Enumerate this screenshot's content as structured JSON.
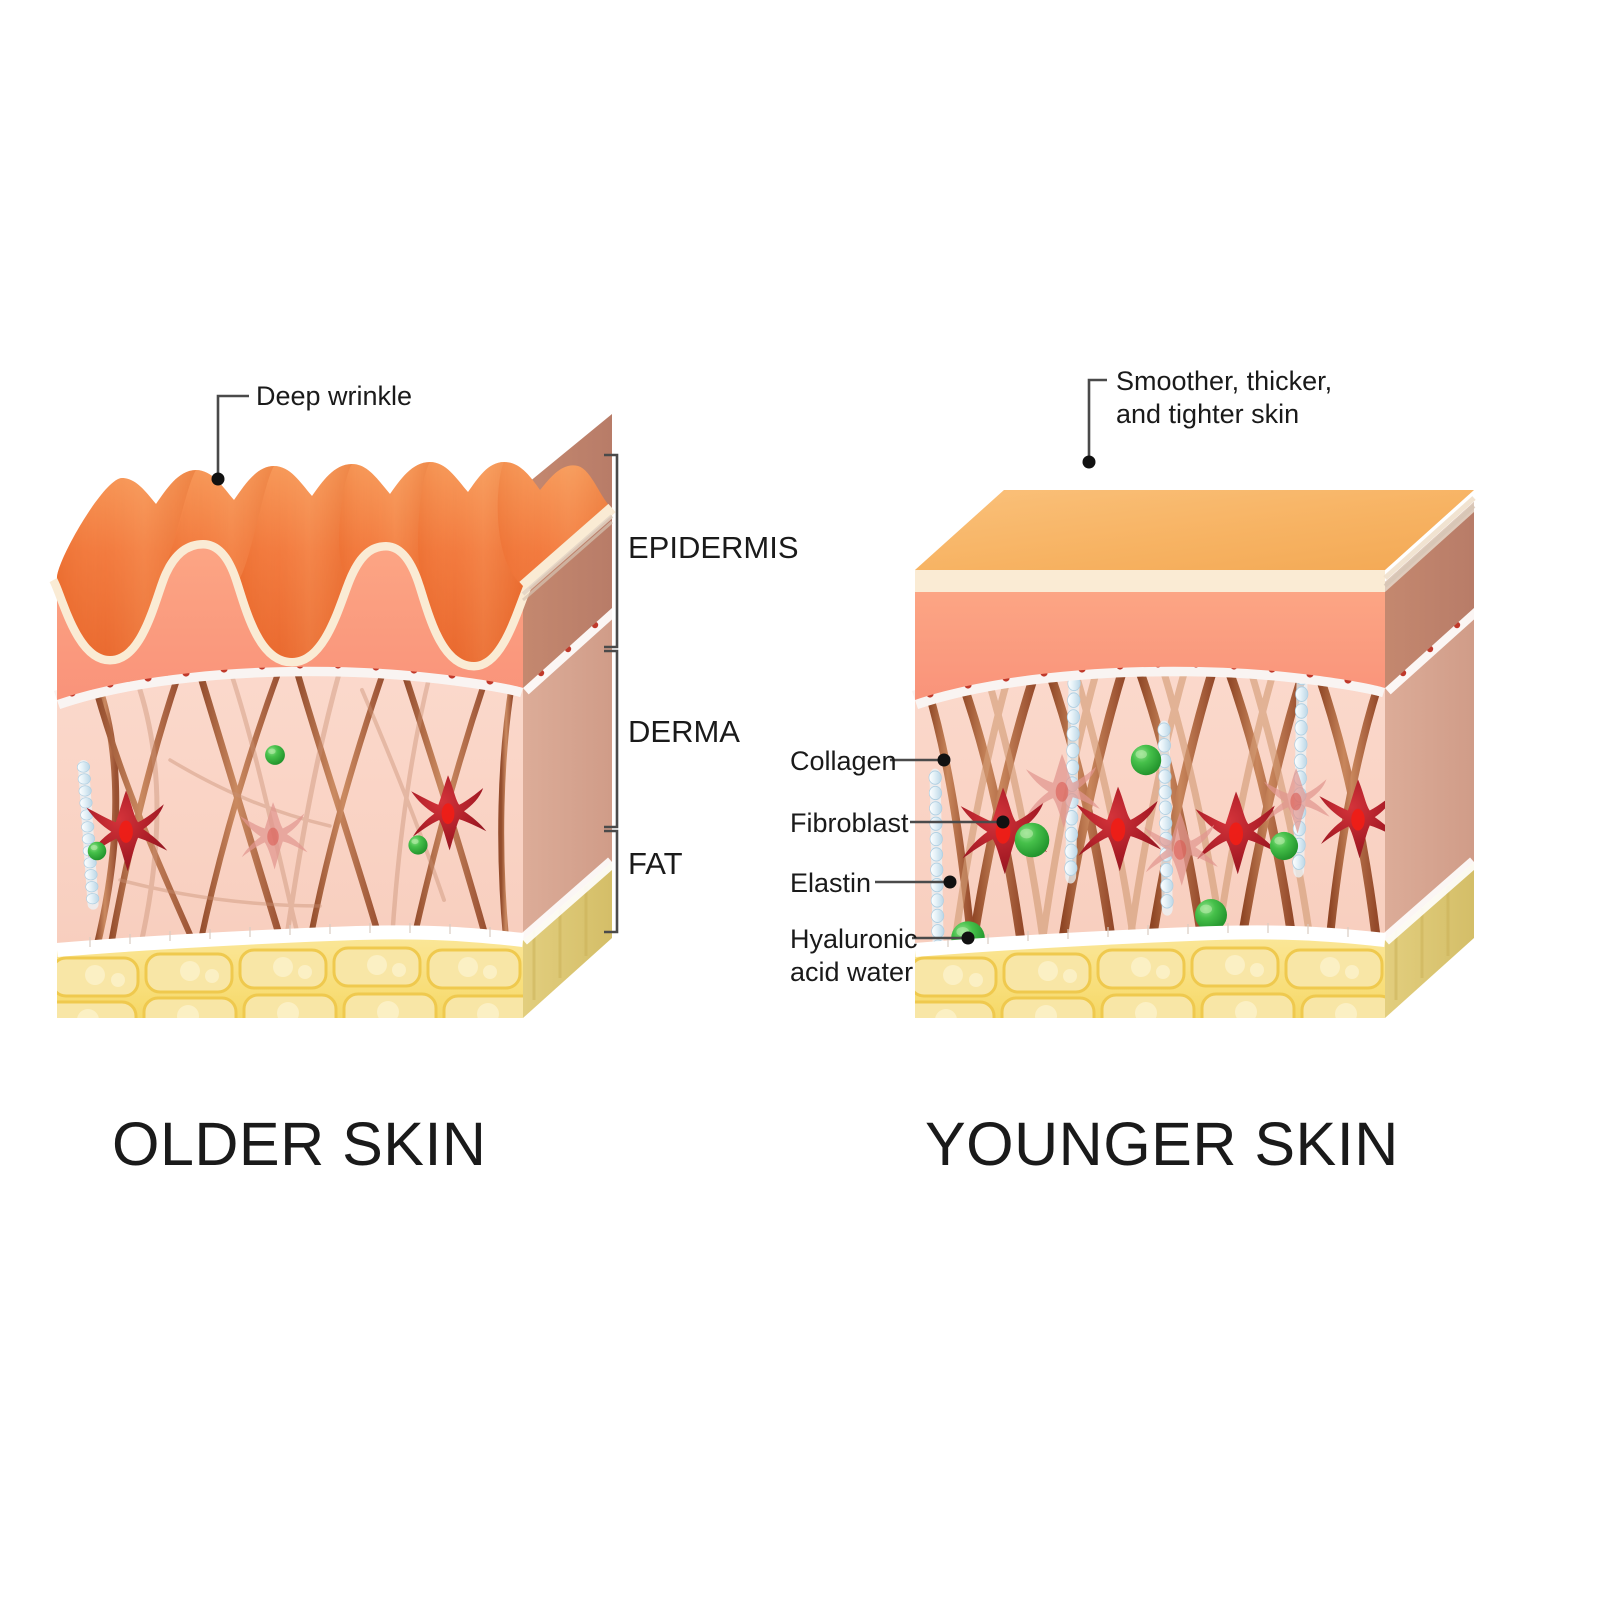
{
  "figure": {
    "kind": "medical-illustration",
    "subject": "Comparison of older skin and younger skin cross-sections",
    "background_color": "#ffffff"
  },
  "panels": {
    "left": {
      "title": "OLDER SKIN",
      "callouts": [
        {
          "name": "deep-wrinkle",
          "text": "Deep wrinkle",
          "lines": [
            "Deep wrinkle"
          ]
        }
      ],
      "layer_labels": [
        {
          "name": "epidermis",
          "text": "EPIDERMIS"
        },
        {
          "name": "derma",
          "text": "DERMA"
        },
        {
          "name": "fat",
          "text": "FAT"
        }
      ]
    },
    "right": {
      "title": "YOUNGER SKIN",
      "callouts": [
        {
          "name": "smoother-skin",
          "text": "Smoother, thicker, and tighter skin",
          "lines": [
            "Smoother, thicker,",
            "and tighter skin"
          ]
        },
        {
          "name": "collagen",
          "text": "Collagen",
          "lines": [
            "Collagen"
          ]
        },
        {
          "name": "fibroblast",
          "text": "Fibroblast",
          "lines": [
            "Fibroblast"
          ]
        },
        {
          "name": "elastin",
          "text": "Elastin",
          "lines": [
            "Elastin"
          ]
        },
        {
          "name": "hyaluronic-acid-water",
          "text": "Hyaluronic acid water",
          "lines": [
            "Hyaluronic",
            "acid water"
          ]
        }
      ]
    }
  },
  "colors": {
    "epidermis_top_old": "#F2763A",
    "epidermis_top_young": "#F7B363",
    "stratum_corneum": "#FAEBD4",
    "epidermis_face": "#FB9E7B",
    "epidermis_side": "#C08670",
    "dermis_face": "#FAD5C8",
    "dermis_side": "#D9A894",
    "fat_face": "#F7DE7E",
    "fat_cell": "#F2D98C",
    "fat_side": "#D8C173",
    "collagen_fiber": "#A85A34",
    "elastin_chain": "#D6E8F2",
    "fibroblast": "#B01E28",
    "fibroblast_pale": "#E0968F",
    "fibroblast_nucleus": "#F01D16",
    "hyaluronic_sphere": "#2EAF36",
    "basement_membrane": "#FFFFFF",
    "basement_nucleus": "#C0392B",
    "label_text": "#1a1a1a",
    "leader_line": "#4a4a4a"
  }
}
